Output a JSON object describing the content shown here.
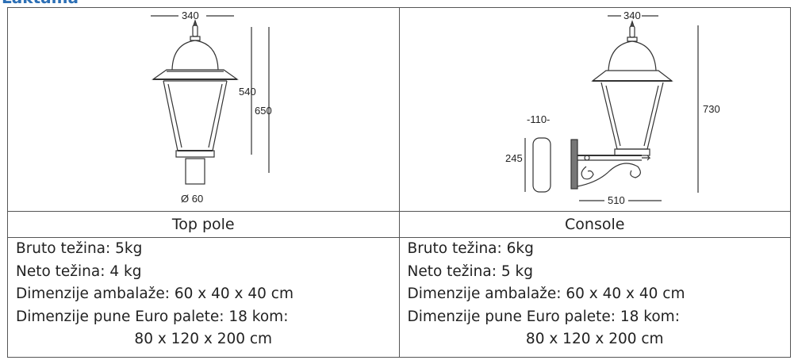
{
  "heading": "Laktama",
  "columns": [
    {
      "caption": "Top pole",
      "dimensions": {
        "width": "340",
        "lamp_height": "540",
        "total_height": "650",
        "pole_diameter": "Ø 60"
      },
      "info": [
        "Bruto težina: 5kg",
        "Neto težina: 4 kg",
        "Dimenzije ambalaže: 60 x 40 x 40 cm",
        "Dimenzije pune Euro palete: 18 kom:",
        "80 x 120 x 200 cm"
      ]
    },
    {
      "caption": "Console",
      "dimensions": {
        "width": "340",
        "total_height": "730",
        "bracket_width": "-110-",
        "plate_height": "245",
        "arm_length": "510"
      },
      "info": [
        "Bruto težina: 6kg",
        "Neto težina: 5 kg",
        "Dimenzije ambalaže: 60 x 40 x 40 cm",
        "Dimenzije pune Euro palete: 18 kom:",
        "80 x 120 x 200 cm"
      ]
    }
  ],
  "colors": {
    "heading": "#2c6fb5",
    "border": "#555555",
    "text": "#222222"
  }
}
